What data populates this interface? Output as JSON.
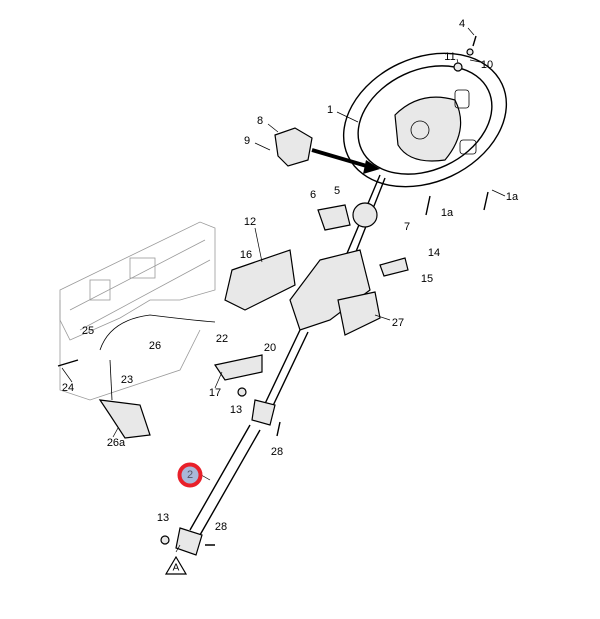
{
  "diagram": {
    "callouts": {
      "c1": "1",
      "c1a_right": "1a",
      "c1a_left": "1a",
      "c2": "2",
      "c4": "4",
      "c5": "5",
      "c6": "6",
      "c7": "7",
      "c8": "8",
      "c9": "9",
      "c10": "10",
      "c11": "11",
      "c12": "12",
      "c13_upper": "13",
      "c13_lower": "13",
      "c14": "14",
      "c15": "15",
      "c16": "16",
      "c17": "17",
      "c20": "20",
      "c22": "22",
      "c23": "23",
      "c24": "24",
      "c25": "25",
      "c26": "26",
      "c26a": "26a",
      "c27": "27",
      "c28_upper": "28",
      "c28_lower": "28"
    },
    "view_marker": "A",
    "highlight_color": "#e8202a",
    "highlight_fill": "#a9b8d8"
  }
}
